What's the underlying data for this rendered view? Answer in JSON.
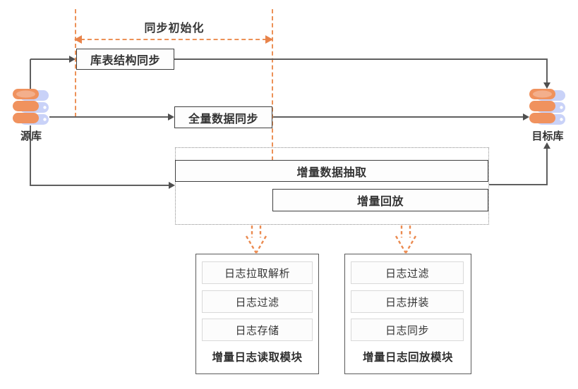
{
  "annotation": {
    "sync_init_label": "同步初始化"
  },
  "flow": {
    "source_db": "源库",
    "target_db": "目标库",
    "schema_sync": "库表结构同步",
    "full_sync": "全量数据同步",
    "incr_extract": "增量数据抽取",
    "incr_replay": "增量回放"
  },
  "modules": [
    {
      "title": "增量日志读取模块",
      "items": [
        "日志拉取解析",
        "日志过滤",
        "日志存储"
      ]
    },
    {
      "title": "增量日志回放模块",
      "items": [
        "日志过滤",
        "日志拼装",
        "日志同步"
      ]
    }
  ],
  "palette": {
    "accent_orange": "#E8834A",
    "dash_orange": "#EC9157",
    "line_gray": "#5F5F5F",
    "box_border": "#3F3F3F",
    "dotted_border": "#8A8A8A",
    "db_blue": "#C9D2F8",
    "db_orange": "#F0925E",
    "db_orange_top": "#F3AF8C",
    "text": "#333333",
    "background": "#FFFFFF"
  },
  "icons": {
    "source": "database-cylinder-icon",
    "target": "database-cylinder-icon",
    "module_pointer": "dashed-down-arrow-icon"
  }
}
